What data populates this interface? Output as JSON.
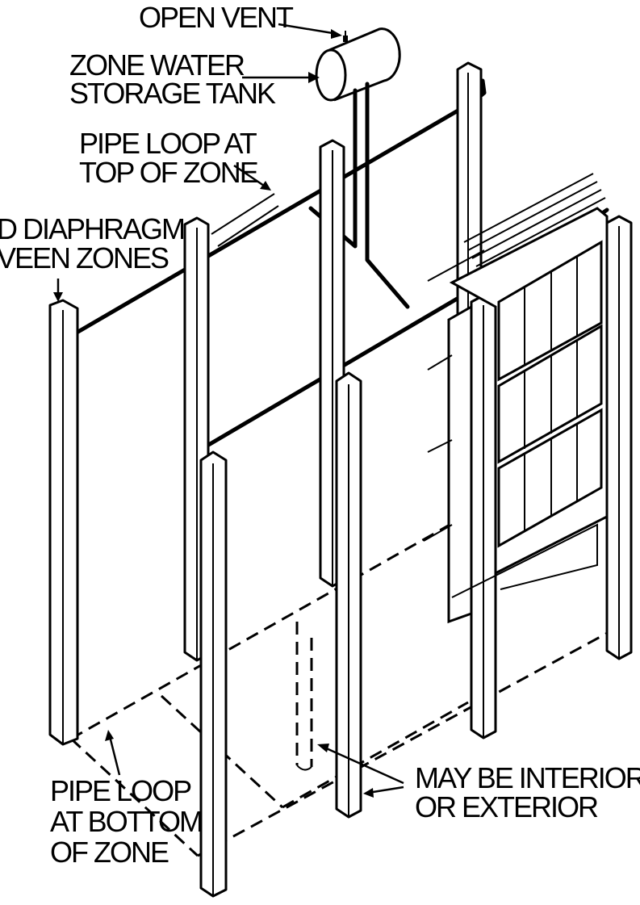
{
  "labels": {
    "open_vent": "OPEN VENT",
    "tank_line1": "ZONE WATER",
    "tank_line2": "STORAGE TANK",
    "top_loop_line1": "PIPE LOOP AT",
    "top_loop_line2": "TOP OF ZONE",
    "diaphragm_line1": "D DIAPHRAGM",
    "diaphragm_line2": "VEEN ZONES",
    "bottom_loop_line1": "PIPE LOOP",
    "bottom_loop_line2": "AT BOTTOM",
    "bottom_loop_line3": "OF ZONE",
    "riser_line1": "MAY BE INTERIOR",
    "riser_line2": "OR EXTERIOR"
  },
  "colors": {
    "ink": "#000000",
    "paper": "#ffffff"
  }
}
